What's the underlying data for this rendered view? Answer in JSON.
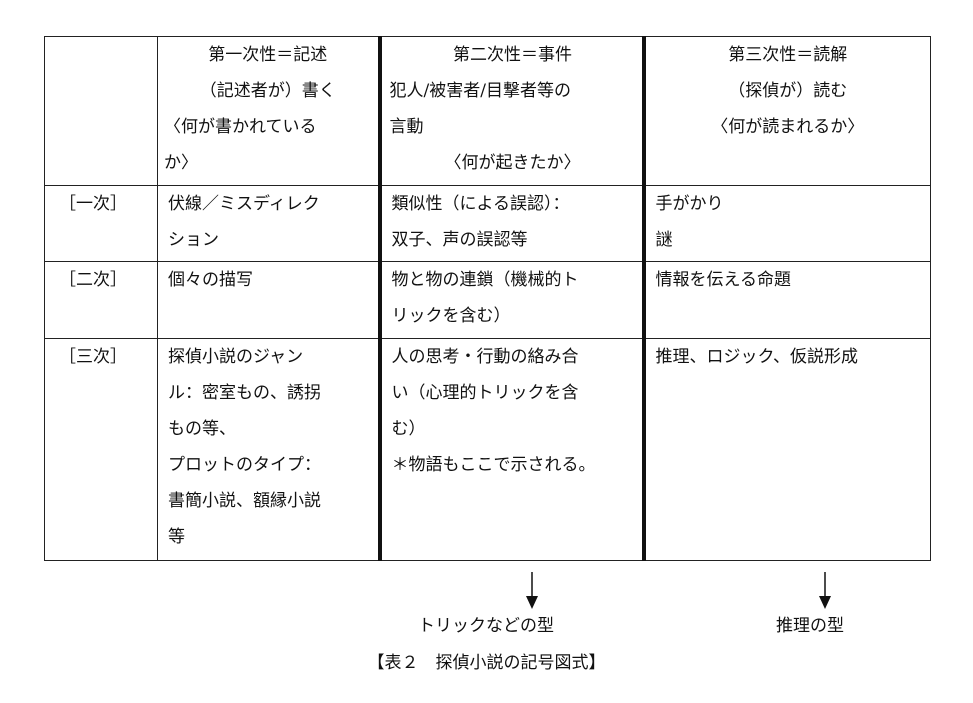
{
  "table": {
    "header": {
      "blank": "",
      "col1": [
        "第一次性＝記述",
        "（記述者が）書く",
        "〈何が書かれている",
        "か〉"
      ],
      "col2": [
        "第二次性＝事件",
        "犯人/被害者/目撃者等の",
        "言動",
        "〈何が起きたか〉"
      ],
      "col3": [
        "第三次性＝読解",
        "（探偵が）読む",
        "〈何が読まれるか〉"
      ]
    },
    "rows": [
      {
        "label": "［一次］",
        "c1": [
          "伏線／ミスディレク",
          "ション"
        ],
        "c2": [
          "類似性（による誤認）：",
          "双子、声の誤認等"
        ],
        "c3": [
          "手がかり",
          "謎"
        ]
      },
      {
        "label": "［二次］",
        "c1": [
          "個々の描写"
        ],
        "c2": [
          "物と物の連鎖（機械的ト",
          "リックを含む）"
        ],
        "c3": [
          "情報を伝える命題"
        ]
      },
      {
        "label": "［三次］",
        "c1": [
          "探偵小説のジャン",
          "ル：密室もの、誘拐",
          "もの等、",
          "プロットのタイプ：",
          "書簡小説、額縁小説",
          "等"
        ],
        "c2": [
          "人の思考・行動の絡み合",
          "い（心理的トリックを含",
          "む）",
          "＊物語もここで示される。"
        ],
        "c3": [
          "推理、ロジック、仮説形成"
        ]
      }
    ]
  },
  "annotations": {
    "left_label": "トリックなどの型",
    "right_label": "推理の型"
  },
  "caption": "【表２　探偵小説の記号図式】"
}
